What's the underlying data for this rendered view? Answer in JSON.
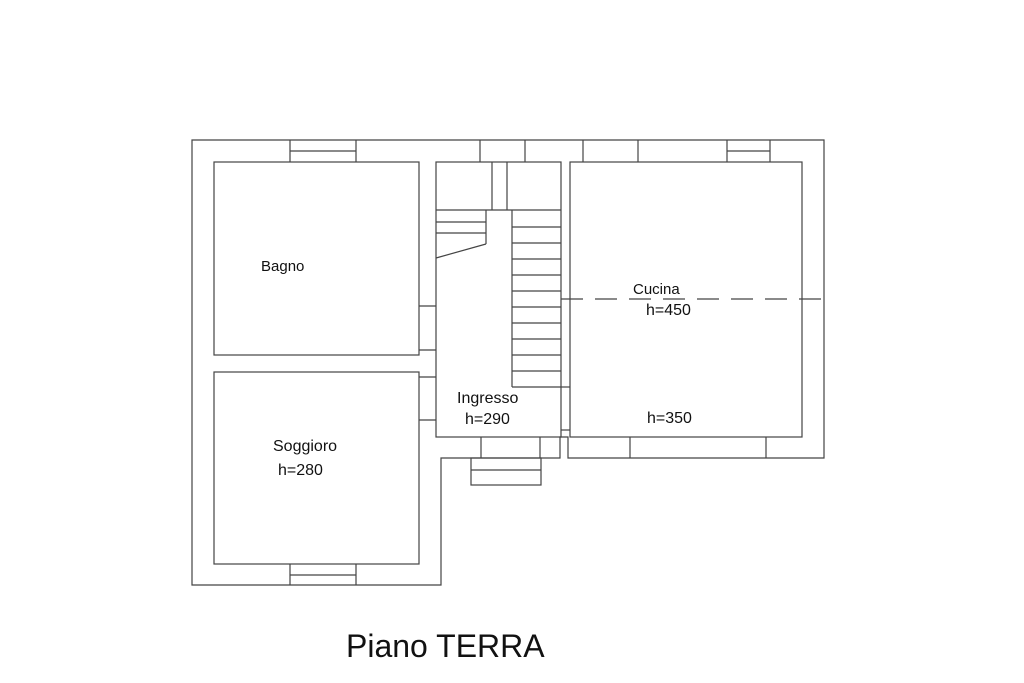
{
  "plan": {
    "title": "Piano TERRA",
    "rooms": {
      "bagno": {
        "name": "Bagno",
        "height": ""
      },
      "soggiorno": {
        "name": "Soggioro",
        "height": "h=280"
      },
      "ingresso": {
        "name": "Ingresso",
        "height": "h=290"
      },
      "cucina": {
        "name": "Cucina",
        "height_upper": "h=450",
        "height_lower": "h=350"
      }
    }
  }
}
